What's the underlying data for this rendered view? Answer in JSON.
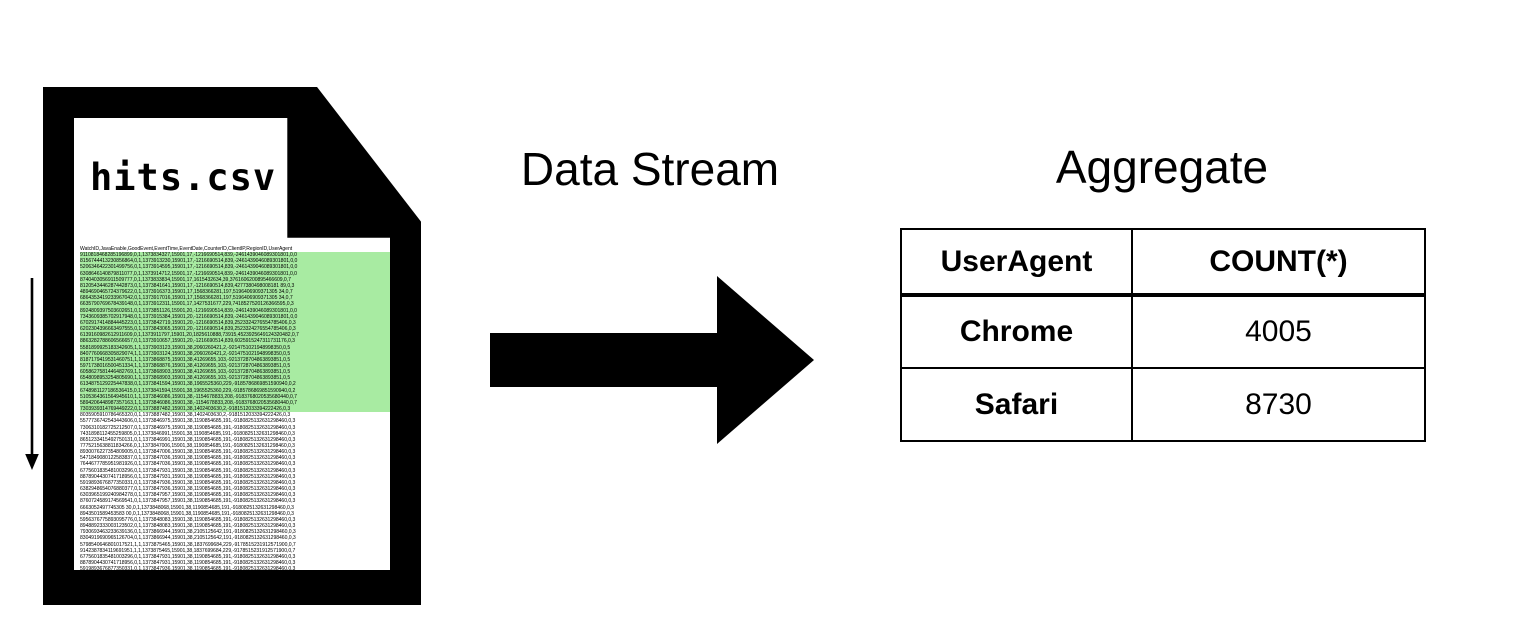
{
  "document": {
    "filename": "hits.csv",
    "csv_header": "WatchID,JavaEnable,GoodEvent,EventTime,EventDate,CounterID,ClientIP,RegionID,UserAgent",
    "highlight_color": "#a8eba2",
    "csv_rows": [
      "9110818468285196899,0,1,1373834327,15901,17,-1216690514,839,-2461439046089301801,0,0",
      "8156744413230856864,0,1,1373913230,15901,17,-1216690514,839,-2461439046089301801,0,0",
      "5206346422301499756,0,1,1373914595,15901,17,-1216690514,839,-2461439046089301801,0,0",
      "6308646140879811077,0,1,1373914712,15901,17,-1216690514,839,-2461439046089301801,0,0",
      "8740403056911509777,0,1,1373833834,15901,17,1615432634,39,3761606200895466609,0,7",
      "8120543446287442873,0,1,1373841641,15901,17,-1216690514,839,4277380498008181 89,0,3",
      "4894690465724379622,0,1,1373916373,15901,17,1568366281,197,5196406909371305 34,0,7",
      "6864353419233967042,0,1,1373917016,15901,17,1568366281,197,5196406909371305 34,0,7",
      "6635790769678439148,0,1,1373912311,15901,17,1427531677,229,7418527520126366595,0,3",
      "8924809397503602651,0,1,1373851126,15901,20,-1216690514,839,-2461439046089301801,0,0",
      "7343609385702917948,0,1,1373915384,15901,20,-1216690514,839,-2461439046089301801,0,0",
      "6702917414884445223,0,1,1373842719,15901,20,-1216690514,839,2523324276554785406,0,3",
      "6202304396663497555,0,1,1373843065,15901,20,-1216690514,839,2523324276554785406,0,3",
      "6139160982612911609,0,1,1373911797,15901,20,1825610888,73915,4523925649124320482,0,7",
      "8863282788606566657,0,1,1373910657,15901,20,-1216690514,839,6025915247311731176,0,3",
      "5581899925183342605,1,1,1373903123,15901,38,2060260421,2,-9214751021948998350,0,5",
      "8407760668305829074,1,1,1373903124,15901,38,2060260421,2,-9214751021948998350,0,5",
      "8187179419531460751,1,1,1373868875,15901,38,41269655,103,-9213728704863893851,0,5",
      "5971738016500451334,1,1,1373868876,15901,38,41269655,103,-9213728704863893851,0,5",
      "6058627581446482769,1,1,1373868903,15901,38,41269655,103,-9213728704863893851,0,5",
      "6548098953254805690,1,1,1373868903,15901,38,41269655,103,-9213728704863893851,0,5",
      "6134875129225447838,0,1,1373841594,15901,38,1965525360,229,-9185786869851590940,0,2",
      "6748981127186536415,0,1,1373841594,15901,38,1965525360,229,-9185786869851590940,0,2",
      "5105364361564945610,1,1,1373846086,15901,38,-1154678833,208,-9183768020535680440,0,7",
      "5894206448987357163,1,1,1373846086,15901,38,-1154678833,208,-9183768020535680440,0,7",
      "7303939314769449222,0,1,1373887482,15901,38,1402403630,2,-9181512033394222426,0,3",
      "8035905910786465320,0,1,1373887482,15901,38,1402403630,2,-9181512033394222426,0,3",
      "5577736742543443606,0,1,1373846975,15901,38,1190854685,191,-9180825132631298460,0,3",
      "7306310182725212507,0,1,1373846975,15901,38,1190854685,191,-9180825132631298460,0,3",
      "7431898112455259805,0,1,1373846991,15901,38,1190854685,191,-9180825132631298460,0,3",
      "8651233415492750131,0,1,1373846991,15901,38,1190854685,191,-9180825132631298460,0,3",
      "7775215638811834266,0,1,1373847006,15901,38,1190854685,191,-9180825132631298460,0,3",
      "8930076227354809005,0,1,1373847006,15901,38,1190854685,191,-9180825132631298460,0,3",
      "5471849080122583837,0,1,1373847036,15901,38,1190854685,191,-9180825132631298460,0,3",
      "7644677785951981926,0,1,1373847036,15901,38,1190854685,191,-9180825132631298460,0,3",
      "6775601835481003296,0,1,1373847931,15901,38,1190854685,191,-9180825132631298460,0,3",
      "8878904430741718956,0,1,1373847931,15901,38,1190854685,191,-9180825132631298460,0,3",
      "5919893676877350331,0,1,1373847936,15901,38,1190854685,191,-9180825132631298460,0,3",
      "6382948654076880377,0,1,1373847936,15901,38,1190854685,191,-9180825132631298460,0,3",
      "6303965199240984278,0,1,1373847957,15901,38,1190854685,191,-9180825132631298460,0,3",
      "8760724589174569541,0,1,1373847957,15901,38,1190854685,191,-9180825132631298460,0,3",
      "6663052497745305 30,0,1,1373848068,15901,38,1190854685,191,-9180825132631298460,0,3",
      "8943501589453583 00,0,1,1373848068,15901,38,1190854685,191,-9180825132631298460,0,3",
      "5956376775893095776,0,1,1373848083,15901,38,1190854685,191,-9180825132631298460,0,3",
      "8948892333003123502,0,1,1373848083,15901,38,1190854685,191,-9180825132631298460,0,3",
      "7930693463233639136,0,1,1373866944,15901,38,2105125642,191,-9180825132631298460,0,3",
      "8304919690965126704,0,1,1373866944,15901,38,2105125642,191,-9180825132631298460,0,3",
      "5798540646801017521,1,1,1373875465,15901,38,1837699684,229,-9178515231912571900,0,7",
      "9142387834119691951,1,1,1373875465,15901,38,1837699684,229,-9178515231912571900,0,7"
    ],
    "highlight_row_count": 26
  },
  "stream": {
    "label": "Data Stream",
    "arrow_icon": "arrow-right-icon",
    "scan_arrow_icon": "arrow-down-icon"
  },
  "aggregate": {
    "title": "Aggregate",
    "columns": [
      "UserAgent",
      "COUNT(*)"
    ],
    "rows": [
      {
        "user_agent": "Chrome",
        "count": "4005"
      },
      {
        "user_agent": "Safari",
        "count": "8730"
      }
    ]
  },
  "colors": {
    "ink": "#000000",
    "paper": "#ffffff",
    "highlight": "#a8eba2"
  }
}
